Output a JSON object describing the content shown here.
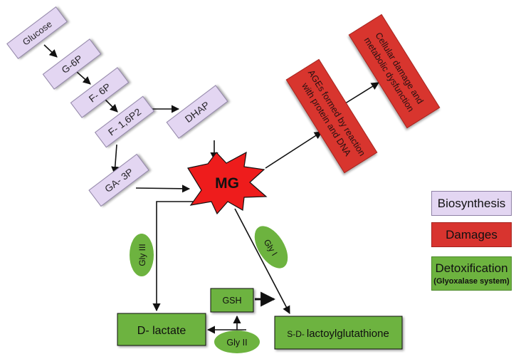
{
  "colors": {
    "biosynthesis": "#e3d6f2",
    "damages": "#d8342f",
    "detoxification": "#6db33f",
    "mg_star": "#ee1c1c"
  },
  "pathway": {
    "glucose": "Glucose",
    "g6p": "G-6P",
    "f6p": "F- 6P",
    "f16p2": "F- 1,6P2",
    "dhap": "DHAP",
    "ga3p": "GA- 3P",
    "mg": "MG"
  },
  "damages": {
    "ages": [
      "AGEs formed by reaction",
      "with protein and DNA"
    ],
    "cellular": [
      "Cellular damage and",
      "metabolic dysfunction"
    ]
  },
  "detox": {
    "gly1": "Gly I",
    "gly2": "Gly II",
    "gly3": "Gly III",
    "gsh": "GSH",
    "dlactate": "D- lactate",
    "sd_prefix": "S-D-",
    "sd_name": "lactoylglutathione"
  },
  "legend": {
    "biosynthesis": "Biosynthesis",
    "damages": "Damages",
    "detoxification": "Detoxification",
    "detox_sub": "(Glyoxalase system)"
  }
}
